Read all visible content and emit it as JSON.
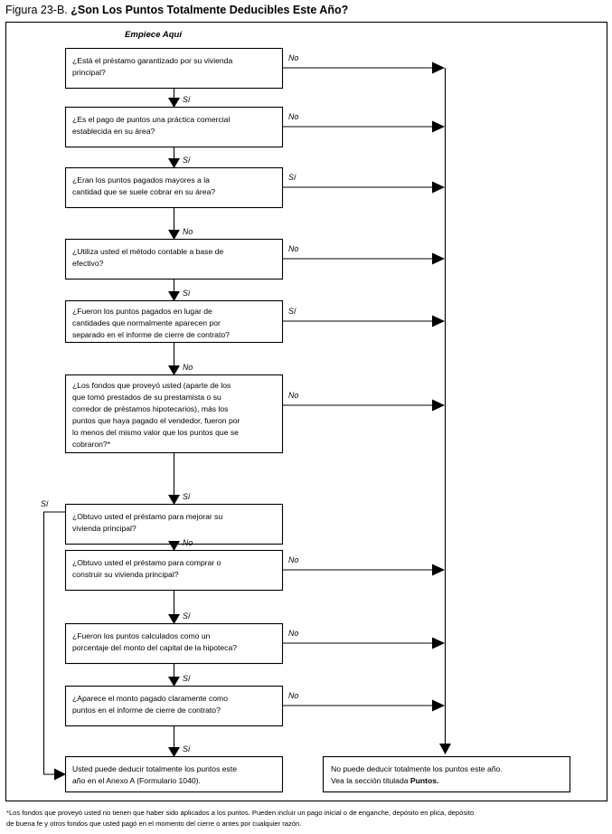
{
  "figure": {
    "title_prefix": "Figura 23-B. ",
    "title_main": "¿Son Los Puntos Totalmente Deducibles Este Año?",
    "start_label": "Empiece Aquí"
  },
  "nodes": [
    {
      "id": "q1",
      "lines": [
        "¿Está el préstamo garantizado por su vivienda",
        "principal?"
      ]
    },
    {
      "id": "q2",
      "lines": [
        "¿Es el pago de puntos una práctica comercial",
        "establecida en su área?"
      ]
    },
    {
      "id": "q3",
      "lines": [
        "¿Eran los puntos pagados mayores a la",
        "cantidad que se suele cobrar en su área?"
      ]
    },
    {
      "id": "q4",
      "lines": [
        "¿Utiliza usted el método contable a base de",
        "efectivo?"
      ]
    },
    {
      "id": "q5",
      "lines": [
        "¿Fueron los puntos pagados en lugar de",
        "cantidades que normalmente aparecen por",
        "separado en el informe de cierre de contrato?"
      ]
    },
    {
      "id": "q6",
      "lines": [
        "¿Los fondos que proveyó usted (aparte de los",
        "que tomó prestados de su prestamista o su",
        "corredor de préstamos hipotecarios), más los",
        "puntos que haya pagado el vendedor, fueron por",
        "lo menos del mismo valor que los puntos que se",
        "cobraron?*"
      ]
    },
    {
      "id": "q7",
      "lines": [
        "¿Obtuvo usted el préstamo para mejorar su",
        "vivienda principal?"
      ]
    },
    {
      "id": "q8",
      "lines": [
        "¿Obtuvo usted el préstamo para comprar o",
        "construir su vivienda principal?"
      ]
    },
    {
      "id": "q9",
      "lines": [
        "¿Fueron los puntos calculados como un",
        "porcentaje del monto del capital de la hipoteca?"
      ]
    },
    {
      "id": "q10",
      "lines": [
        "¿Aparece el monto pagado claramente como",
        "puntos en el informe de cierre de contrato?"
      ]
    },
    {
      "id": "outcome-yes",
      "lines": [
        "Usted puede deducir totalmente los puntos este",
        "año en el Anexo A (Formulario 1040)."
      ]
    },
    {
      "id": "outcome-no",
      "lines": [
        "No puede deducir totalmente los puntos este año.",
        "Vea la sección titulada "
      ],
      "bold_tail": "Puntos."
    }
  ],
  "edge_labels": {
    "q1_right": "No",
    "q1_down": "Sí",
    "q2_right": "No",
    "q2_down": "Sí",
    "q3_right": "Sí",
    "q3_down": "No",
    "q4_right": "No",
    "q4_down": "Sí",
    "q5_right": "Sí",
    "q5_down": "No",
    "q6_right": "No",
    "q6_down": "Sí",
    "q7_left": "Sí",
    "q7_down": "No",
    "q8_right": "No",
    "q8_down": "Sí",
    "q9_right": "No",
    "q9_down": "Sí",
    "q10_right": "No",
    "q10_down": "Sí"
  },
  "footnote": {
    "line1": "*Los fondos que proveyó usted no tienen que haber sido aplicados a los puntos. Pueden incluir un pago inicial o de enganche, depósito en plica, depósito",
    "line2": "de buena fe y otros fondos que usted pagó en el momento del cierre o antes por cualquier razón."
  },
  "colors": {
    "ink": "#000000",
    "paper": "#ffffff"
  }
}
